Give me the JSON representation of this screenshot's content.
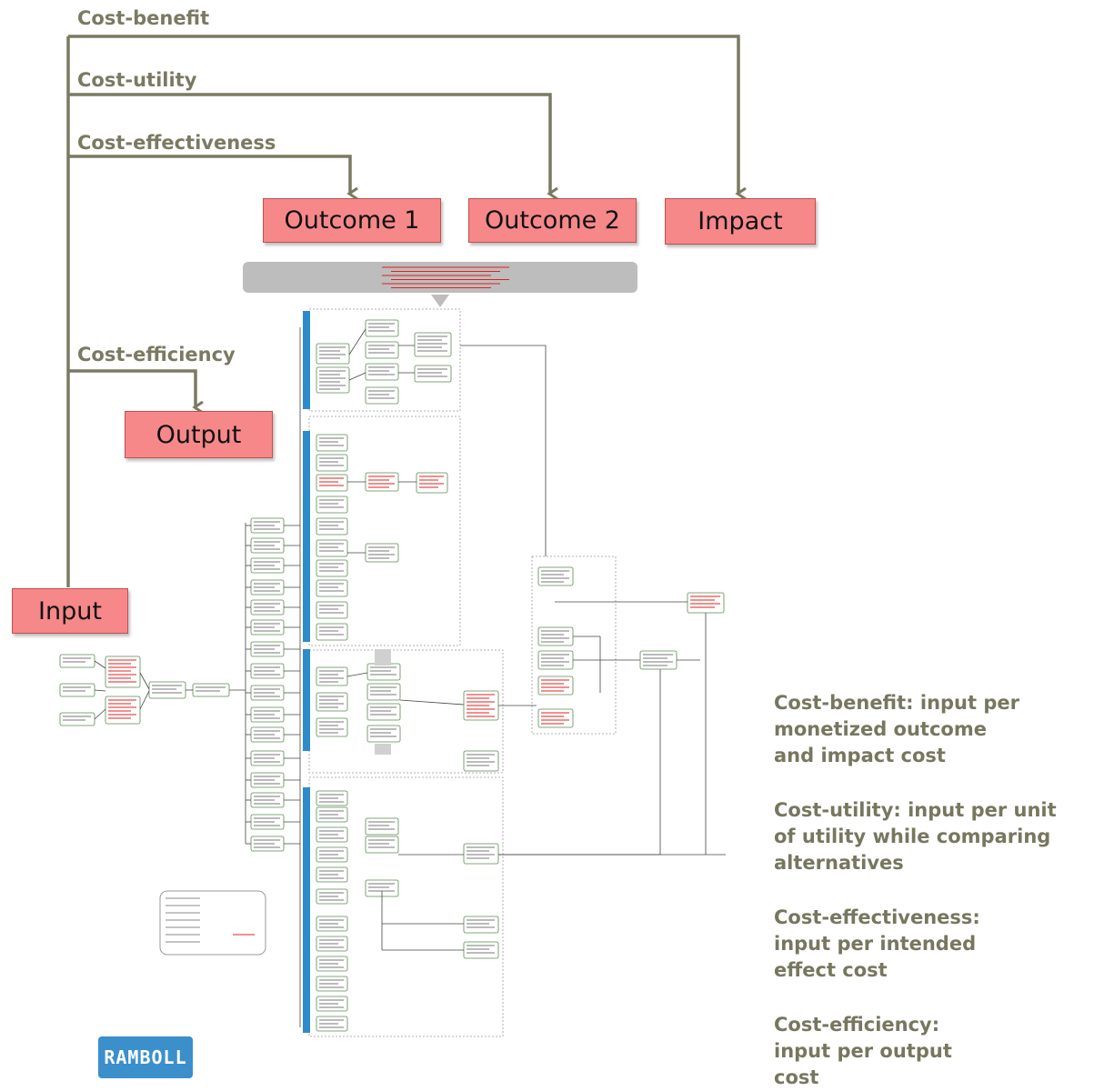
{
  "arrows": {
    "cost_benefit": "Cost-benefit",
    "cost_utility": "Cost-utility",
    "cost_effectiveness": "Cost-effectiveness",
    "cost_efficiency": "Cost-efficiency"
  },
  "boxes": {
    "outcome1": "Outcome 1",
    "outcome2": "Outcome 2",
    "impact": "Impact",
    "output": "Output",
    "input": "Input"
  },
  "descriptions": {
    "cost_benefit": [
      "Cost-benefit: input per",
      "monetized outcome",
      "and impact cost"
    ],
    "cost_utility": [
      "Cost-utility: input per unit",
      "of utility while comparing",
      "alternatives"
    ],
    "cost_effectiveness": [
      "Cost-effectiveness:",
      "input per intended",
      "effect cost"
    ],
    "cost_efficiency": [
      "Cost-efficiency:",
      "input per output",
      "cost"
    ]
  },
  "logo": "RAMBOLL",
  "colors": {
    "connector": "#7a7a62",
    "box_fill": "#f6888a",
    "box_border": "#c0504d",
    "text_label": "#77775f",
    "flow_accent": "#2e8bc9",
    "flow_red": "#e02020"
  }
}
